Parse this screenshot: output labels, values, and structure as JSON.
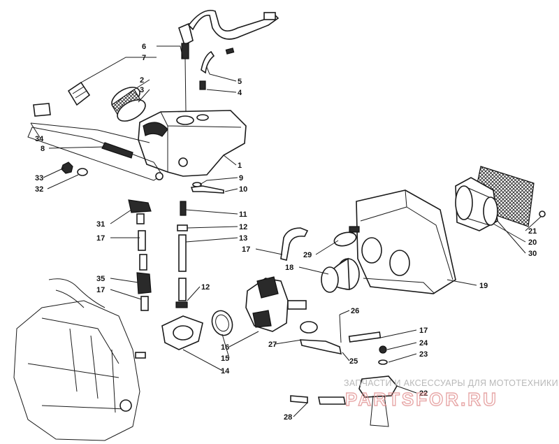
{
  "diagram": {
    "callouts": [
      "6",
      "7",
      "5",
      "4",
      "2",
      "3",
      "34",
      "8",
      "1",
      "33",
      "32",
      "9",
      "10",
      "11",
      "12",
      "13",
      "31",
      "17",
      "35",
      "17",
      "12",
      "17",
      "18",
      "29",
      "21",
      "20",
      "30",
      "19",
      "16",
      "15",
      "14",
      "26",
      "27",
      "25",
      "17",
      "24",
      "23",
      "22",
      "28"
    ]
  },
  "watermark": {
    "tagline": "ЗАПЧАСТИ И АКСЕССУАРЫ ДЛЯ МОТОТЕХНИКИ",
    "brand": "PARTSFOR.RU"
  }
}
